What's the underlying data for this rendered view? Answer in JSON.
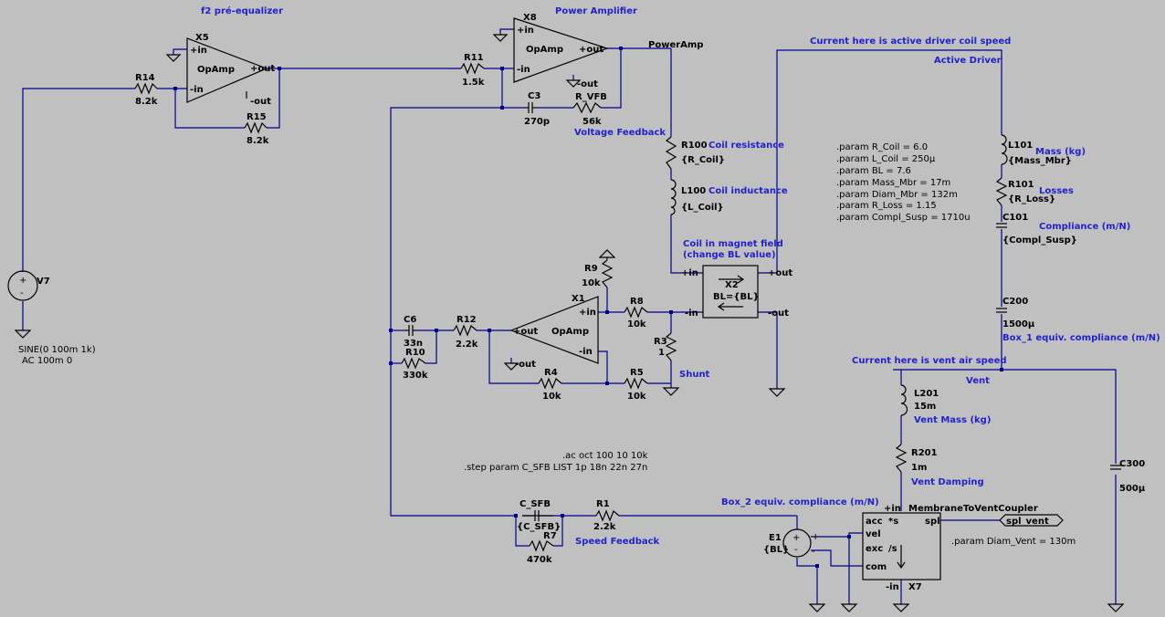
{
  "title_preeq": "f2 pré-equalizer",
  "title_power": "Power Amplifier",
  "net_poweramp": "PowerAmp",
  "ann_coil_speed": "Current here is active driver coil speed",
  "ann_active_driver": "Active Driver",
  "ann_coil_res": "Coil resistance",
  "ann_coil_ind": "Coil inductance",
  "ann_magnet1": "Coil in magnet field",
  "ann_magnet2": "(change BL value)",
  "ann_voltage_fb": "Voltage Feedback",
  "ann_mass": "Mass (kg)",
  "ann_losses": "Losses",
  "ann_compliance": "Compliance (m/N)",
  "ann_box1": "Box_1 equiv. compliance (m/N)",
  "ann_vent_speed": "Current here is vent air speed",
  "ann_vent": "Vent",
  "ann_vent_mass": "Vent Mass (kg)",
  "ann_vent_damping": "Vent Damping",
  "ann_box2": "Box_2 equiv. compliance (m/N)",
  "ann_speed_fb": "Speed Feedback",
  "ann_shunt": "Shunt",
  "params": [
    ".param R_Coil = 6.0",
    ".param L_Coil = 250µ",
    ".param BL = 7.6",
    ".param Mass_Mbr = 17m",
    ".param Diam_Mbr = 132m",
    ".param R_Loss = 1.15",
    ".param Compl_Susp = 1710u"
  ],
  "directive_ac": ".ac oct 100 10 10k",
  "directive_step": ".step param C_SFB LIST 1p 18n 22n 27n",
  "param_diam_vent": ".param Diam_Vent = 130m",
  "src_v7": {
    "name": "V7",
    "line1": "SINE(0 100m 1k)",
    "line2": "AC 100m 0"
  },
  "opamps": {
    "x5": {
      "name": "X5",
      "model": "OpAmp",
      "in_p": "+in",
      "in_n": "-in",
      "out_p": "+out",
      "out_n": "-out"
    },
    "x8": {
      "name": "X8",
      "model": "OpAmp",
      "in_p": "+in",
      "in_n": "-in",
      "out_p": "+out",
      "out_n": "-out"
    },
    "x1": {
      "name": "X1",
      "model": "OpAmp",
      "in_p": "+in",
      "in_n": "-in",
      "out_p": "+out",
      "out_n": "-out"
    }
  },
  "res": {
    "r14": {
      "name": "R14",
      "val": "8.2k"
    },
    "r15": {
      "name": "R15",
      "val": "8.2k"
    },
    "r11": {
      "name": "R11",
      "val": "1.5k"
    },
    "rvfb": {
      "name": "R_VFB",
      "val": "56k"
    },
    "r100": {
      "name": "R100",
      "val": "{R_Coil}"
    },
    "r9": {
      "name": "R9",
      "val": "10k"
    },
    "r8": {
      "name": "R8",
      "val": "10k"
    },
    "r3": {
      "name": "R3",
      "val": "1"
    },
    "r12": {
      "name": "R12",
      "val": "2.2k"
    },
    "r10": {
      "name": "R10",
      "val": "330k"
    },
    "r4": {
      "name": "R4",
      "val": "10k"
    },
    "r5": {
      "name": "R5",
      "val": "10k"
    },
    "r101": {
      "name": "R101",
      "val": "{R_Loss}"
    },
    "r201": {
      "name": "R201",
      "val": "1m"
    },
    "r1": {
      "name": "R1",
      "val": "2.2k"
    },
    "r7": {
      "name": "R7",
      "val": "470k"
    }
  },
  "caps": {
    "c3": {
      "name": "C3",
      "val": "270p"
    },
    "c6": {
      "name": "C6",
      "val": "33n"
    },
    "c101": {
      "name": "C101",
      "val": "{Compl_Susp}"
    },
    "c200": {
      "name": "C200",
      "val": "1500µ"
    },
    "c300": {
      "name": "C300",
      "val": "500µ"
    },
    "csfb": {
      "name": "C_SFB",
      "val": "{C_SFB}"
    }
  },
  "inds": {
    "l100": {
      "name": "L100",
      "val": "{L_Coil}"
    },
    "l101": {
      "name": "L101",
      "val": "{Mass_Mbr}"
    },
    "l201": {
      "name": "L201",
      "val": "15m"
    }
  },
  "x2": {
    "name": "X2",
    "val": "BL={BL}",
    "pin_in_p": "+in",
    "pin_in_n": "-in",
    "pin_out_p": "+out",
    "pin_out_n": "-out"
  },
  "e1": {
    "name": "E1",
    "val": "{BL}"
  },
  "x7": {
    "name": "X7",
    "model": "MembraneToVentCoupler",
    "pins": [
      "acc",
      "vel",
      "exc",
      "com",
      "*s",
      "/s",
      "spl",
      "+in",
      "-in"
    ]
  },
  "net_splvent": "spl_vent"
}
